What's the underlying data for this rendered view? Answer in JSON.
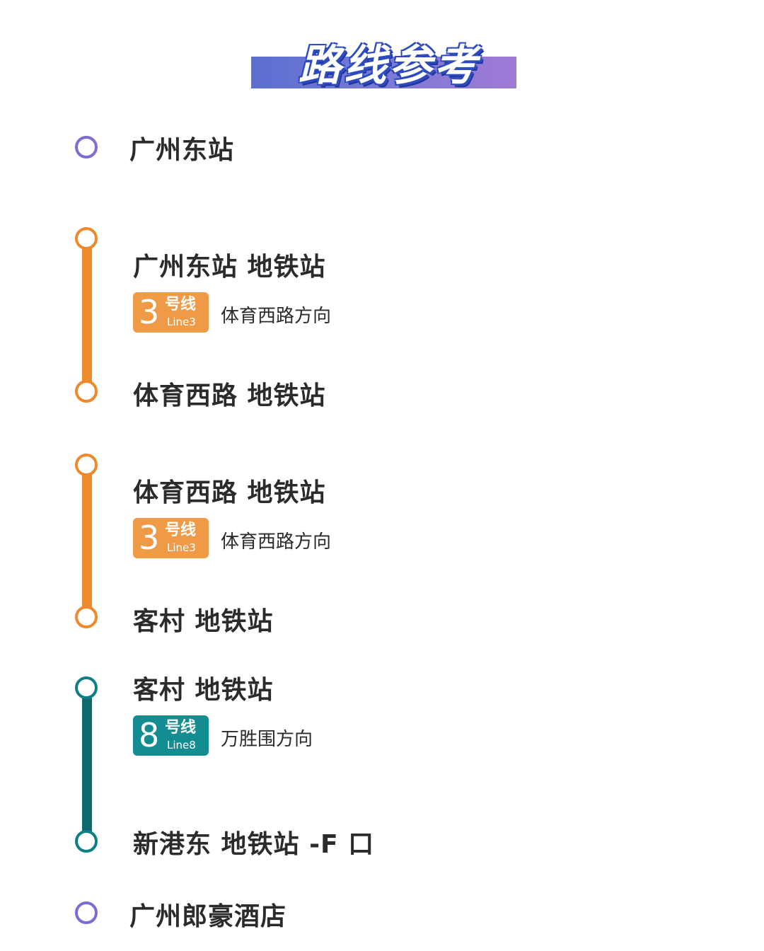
{
  "header": {
    "title": "路线参考"
  },
  "route": {
    "start": "广州东站",
    "segments": [
      {
        "from": "广州东站 地铁站",
        "line_number": "3",
        "line_cn": "号线",
        "line_en": "Line3",
        "direction": "体育西路方向",
        "to": "体育西路 地铁站",
        "color": "#ee8a2c"
      },
      {
        "from": "体育西路 地铁站",
        "line_number": "3",
        "line_cn": "号线",
        "line_en": "Line3",
        "direction": "体育西路方向",
        "to": "客村 地铁站",
        "color": "#ee8a2c"
      },
      {
        "from": "客村 地铁站",
        "line_number": "8",
        "line_cn": "号线",
        "line_en": "Line8",
        "direction": "万胜围方向",
        "to": "新港东 地铁站 -F 口",
        "color": "#0d6a70"
      }
    ],
    "end": "广州郎豪酒店"
  },
  "colors": {
    "start_end": "#7f6bd2",
    "line3": "#ee8a2c",
    "line8": "#0d6a70"
  }
}
